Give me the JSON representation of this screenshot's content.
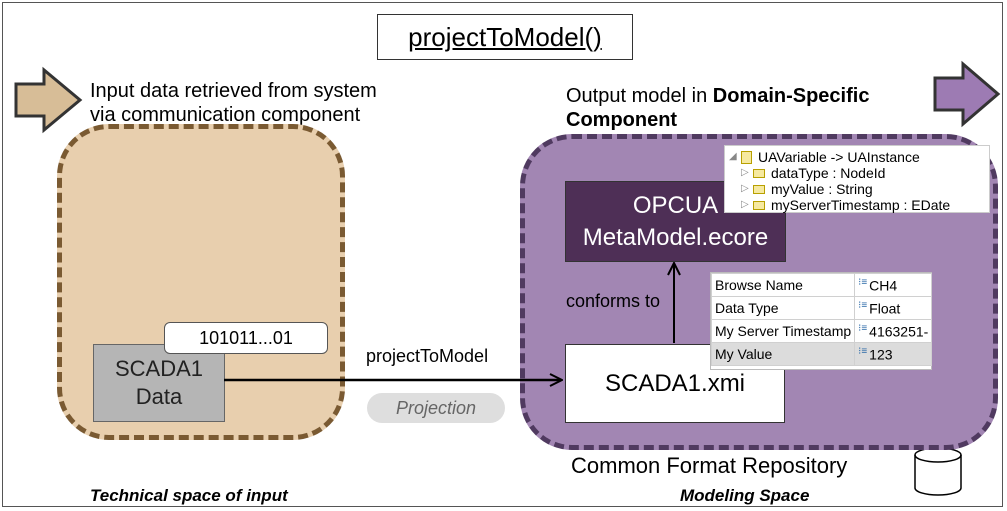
{
  "title": "projectToModel()",
  "input_caption": [
    "Input data retrieved from system",
    "via communication component"
  ],
  "output_caption": {
    "prefix": "Output model in ",
    "bold_1": "Domain-Specific",
    "bold_2": "Component"
  },
  "scada_data": [
    "SCADA1",
    "Data"
  ],
  "bits": "101011...01",
  "meta_model": [
    "OPCUA",
    "MetaModel.ecore"
  ],
  "xmi": "SCADA1.xmi",
  "conforms_to": "conforms to",
  "arrow_label": "projectToModel",
  "projection": "Projection",
  "tree": {
    "root": "UAVariable -> UAInstance",
    "children": [
      "dataType : NodeId",
      "myValue : String",
      "myServerTimestamp : EDate"
    ]
  },
  "properties": [
    {
      "key": "Browse Name",
      "value": "CH4"
    },
    {
      "key": "Data Type",
      "value": "Float"
    },
    {
      "key": "My Server Timestamp",
      "value": "4163251-"
    },
    {
      "key": "My Value",
      "value": "123"
    }
  ],
  "repository": "Common Format Repository",
  "space_left": "Technical space of input",
  "space_right": "Modeling Space",
  "colors": {
    "input_region": "#e8cfae",
    "input_border": "#7a5a32",
    "model_region": "#a286b3",
    "model_border": "#503a60",
    "metamodel": "#4e2f56"
  }
}
